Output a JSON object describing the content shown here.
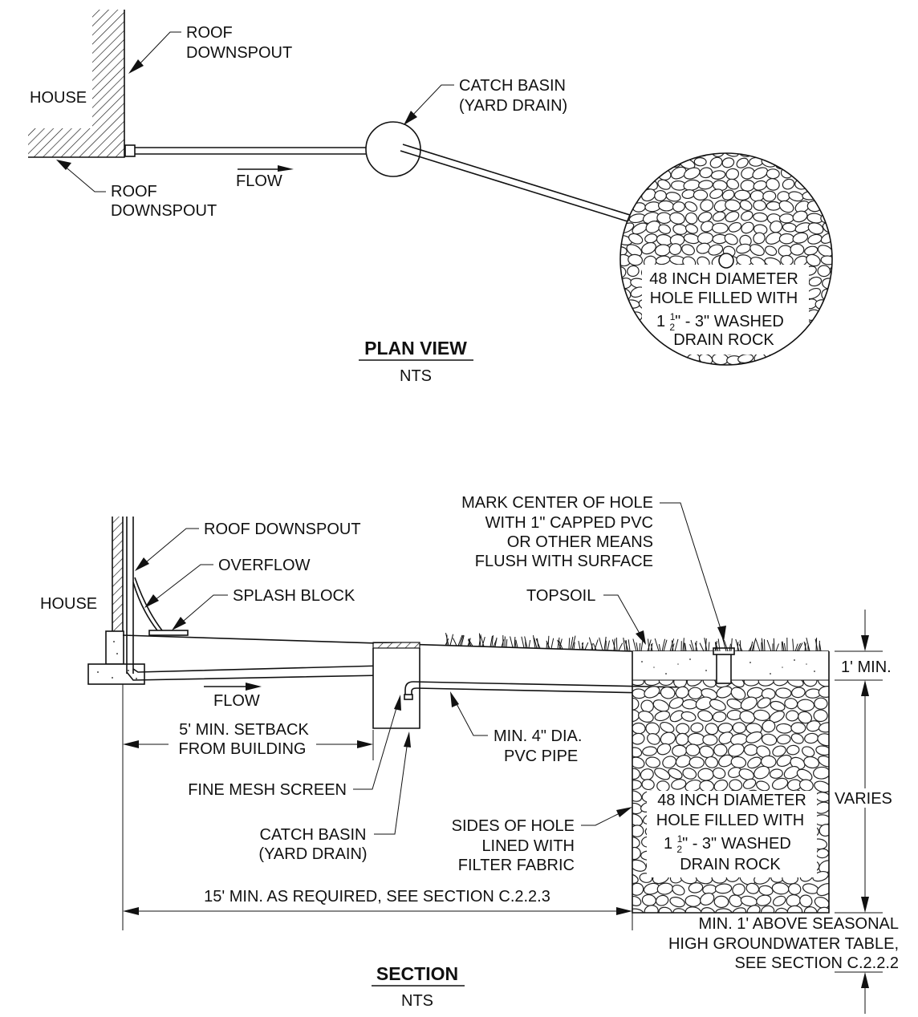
{
  "plan": {
    "house": "HOUSE",
    "downspout_top": [
      "ROOF",
      "DOWNSPOUT"
    ],
    "downspout_bottom": [
      "ROOF",
      "DOWNSPOUT"
    ],
    "catch_basin": [
      "CATCH BASIN",
      "(YARD DRAIN)"
    ],
    "flow": "FLOW",
    "hole": {
      "line1": "48 INCH DIAMETER",
      "line2": "HOLE FILLED WITH",
      "line3_a": "1 ",
      "frac_num": "1",
      "frac_den": "2",
      "line3_b": "\" - 3\" WASHED",
      "line4": "DRAIN ROCK"
    },
    "title": "PLAN VIEW",
    "scale": "NTS"
  },
  "section": {
    "house": "HOUSE",
    "roof_downspout": "ROOF DOWNSPOUT",
    "overflow": "OVERFLOW",
    "splash_block": "SPLASH BLOCK",
    "mark_center": [
      "MARK CENTER OF HOLE",
      "WITH 1\" CAPPED PVC",
      "OR OTHER MEANS",
      "FLUSH WITH SURFACE"
    ],
    "topsoil": "TOPSOIL",
    "one_ft_min": "1' MIN.",
    "flow": "FLOW",
    "setback": [
      "5' MIN. SETBACK",
      "FROM BUILDING"
    ],
    "pipe": [
      "MIN. 4\" DIA.",
      "PVC PIPE"
    ],
    "mesh": "FINE MESH SCREEN",
    "varies": "VARIES",
    "hole": {
      "line1": "48 INCH DIAMETER",
      "line2": "HOLE FILLED WITH",
      "line3_a": "1 ",
      "frac_num": "1",
      "frac_den": "2",
      "line3_b": "\" - 3\" WASHED",
      "line4": "DRAIN ROCK"
    },
    "catch_basin": [
      "CATCH BASIN",
      "(YARD DRAIN)"
    ],
    "fabric": [
      "SIDES OF HOLE",
      "LINED WITH",
      "FILTER FABRIC"
    ],
    "fifteen": "15' MIN. AS REQUIRED, SEE SECTION C.2.2.3",
    "groundwater": [
      "MIN. 1' ABOVE SEASONAL",
      "HIGH GROUNDWATER TABLE,",
      "SEE SECTION C.2.2.2"
    ],
    "title": "SECTION",
    "scale": "NTS"
  }
}
